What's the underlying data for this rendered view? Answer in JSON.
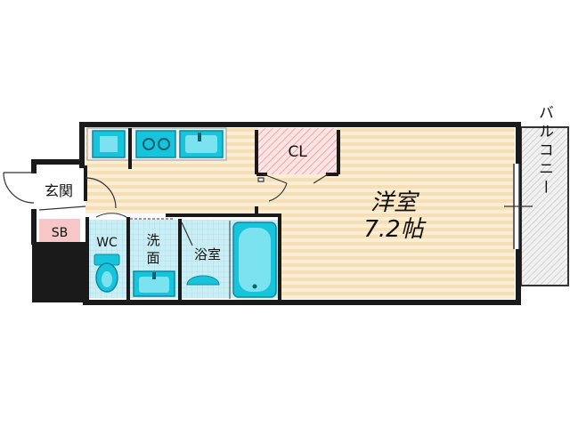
{
  "rooms": {
    "western_room": {
      "name": "洋室",
      "size": "7.2帖"
    },
    "closet": "CL",
    "entrance": "玄関",
    "shoe_box": "SB",
    "toilet": "WC",
    "washroom": "洗面",
    "bathroom": "浴室",
    "balcony": "バルコニー"
  },
  "colors": {
    "wall": "#1a1a1a",
    "floor_stripe": "#f6dfb6",
    "floor_base": "#fbeed6",
    "tile": "#c9eef5",
    "fixture": "#18c4dc",
    "closet_hatch": "#f0a7a7",
    "shoebox": "#f7c6c6",
    "balcony": "#e6e6e6"
  },
  "icons": [
    "kitchen-sink-icon",
    "stove-icon",
    "toilet-icon",
    "washbasin-icon",
    "bathtub-icon",
    "door-swing-icon"
  ]
}
